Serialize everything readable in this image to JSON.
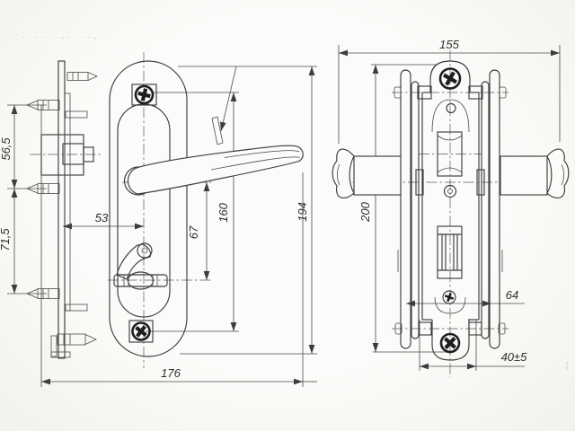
{
  "drawing": {
    "description": "Scanned technical drawing of a mortise door lock with lever handle set, two orthographic views",
    "views": [
      "side view with lever handle and lock case",
      "front view onto door edge with handles both sides"
    ]
  },
  "side_view": {
    "dim_upper_screw_spacing": "56,5",
    "dim_lower_screw_spacing": "71,5",
    "dim_backset": "53",
    "dim_handle_to_turn": "67",
    "dim_fixing_screw_spacing": "160",
    "dim_plate_height": "194",
    "dim_overall_length": "176"
  },
  "front_view": {
    "dim_overall_width": "155",
    "dim_plate_height": "200",
    "dim_width": "64",
    "dim_door_thickness": "40±5"
  },
  "artifacts": {
    "faint_marks": "· ·· ·—· ··—",
    "edge_mark": "¦"
  },
  "colors": {
    "paper": "#fbfbf9",
    "line": "#3d3d3d",
    "dim_line": "#4b4b4b"
  }
}
